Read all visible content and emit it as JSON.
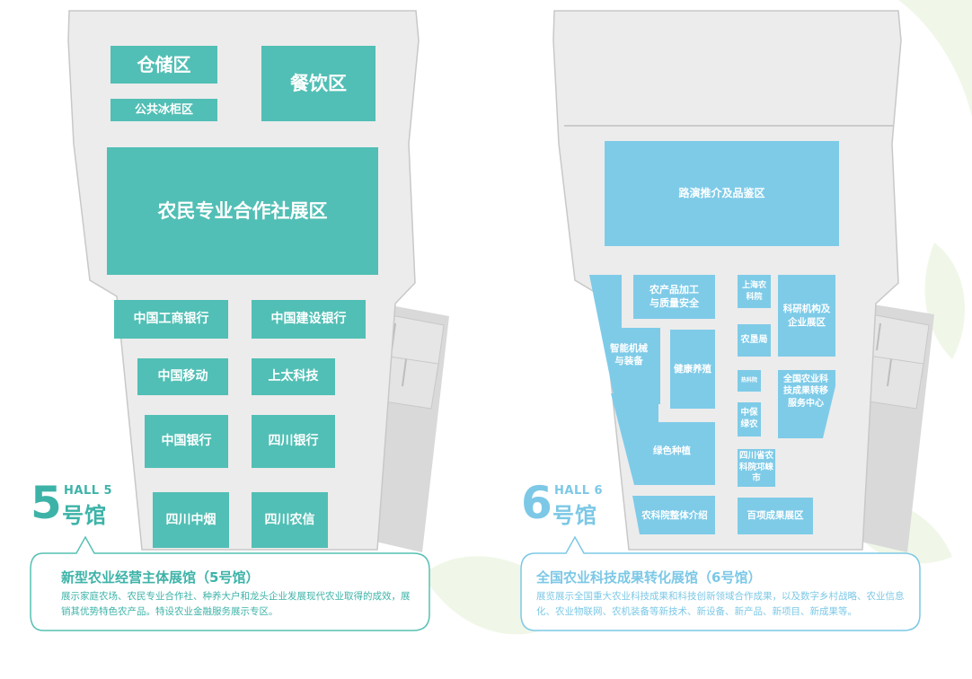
{
  "colors": {
    "hall5_teal": "#51bfb5",
    "hall6_blue": "#7ecbe8",
    "floor_gray": "#ececec",
    "annex_gray": "#dcdcdc",
    "hall5_text": "#3db3a8",
    "hall6_text": "#7cc8e6"
  },
  "hall5": {
    "number": "5",
    "english": "HALL 5",
    "chinese": "号馆",
    "zones": {
      "storage": "仓储区",
      "dining": "餐饮区",
      "fridge": "公共冰柜区",
      "coop": "农民专业合作社展区",
      "icbc": "中国工商银行",
      "ccb": "中国建设银行",
      "mobile": "中国移动",
      "shangtai": "上太科技",
      "boc": "中国银行",
      "sichuan_bank": "四川银行",
      "tobacco": "四川中烟",
      "rural_credit": "四川农信"
    },
    "info": {
      "title": "新型农业经营主体展馆（5号馆）",
      "description": "展示家庭农场、农民专业合作社、种养大户和龙头企业发展现代农业取得的成效，展销其优势特色农产品。特设农业金融服务展示专区。"
    }
  },
  "hall6": {
    "number": "6",
    "english": "HALL 6",
    "chinese": "号馆",
    "zones": {
      "roadshow": "路演推介及品鉴区",
      "processing": "农产品加工与质量安全",
      "shanghai": "上海农科院",
      "research": "科研机构及企业展区",
      "smart_machinery": "智能机械与装备",
      "land_bureau": "农垦局",
      "health": "健康养殖",
      "small_label": "热科院",
      "transfer_center": "全国农业科技成果转移服务中心",
      "zhongbao": "中保绿农",
      "green_planting": "绿色种植",
      "qionglai": "四川省农科院邛崃市",
      "academy_intro": "农科院整体介绍",
      "hundred": "百项成果展区"
    },
    "info": {
      "title": "全国农业科技成果转化展馆（6号馆）",
      "description": "展览展示全国重大农业科技成果和科技创新领域合作成果，以及数字乡村战略、农业信息化、农业物联网、农机装备等新技术、新设备、新产品、新项目、新成果等。"
    }
  }
}
